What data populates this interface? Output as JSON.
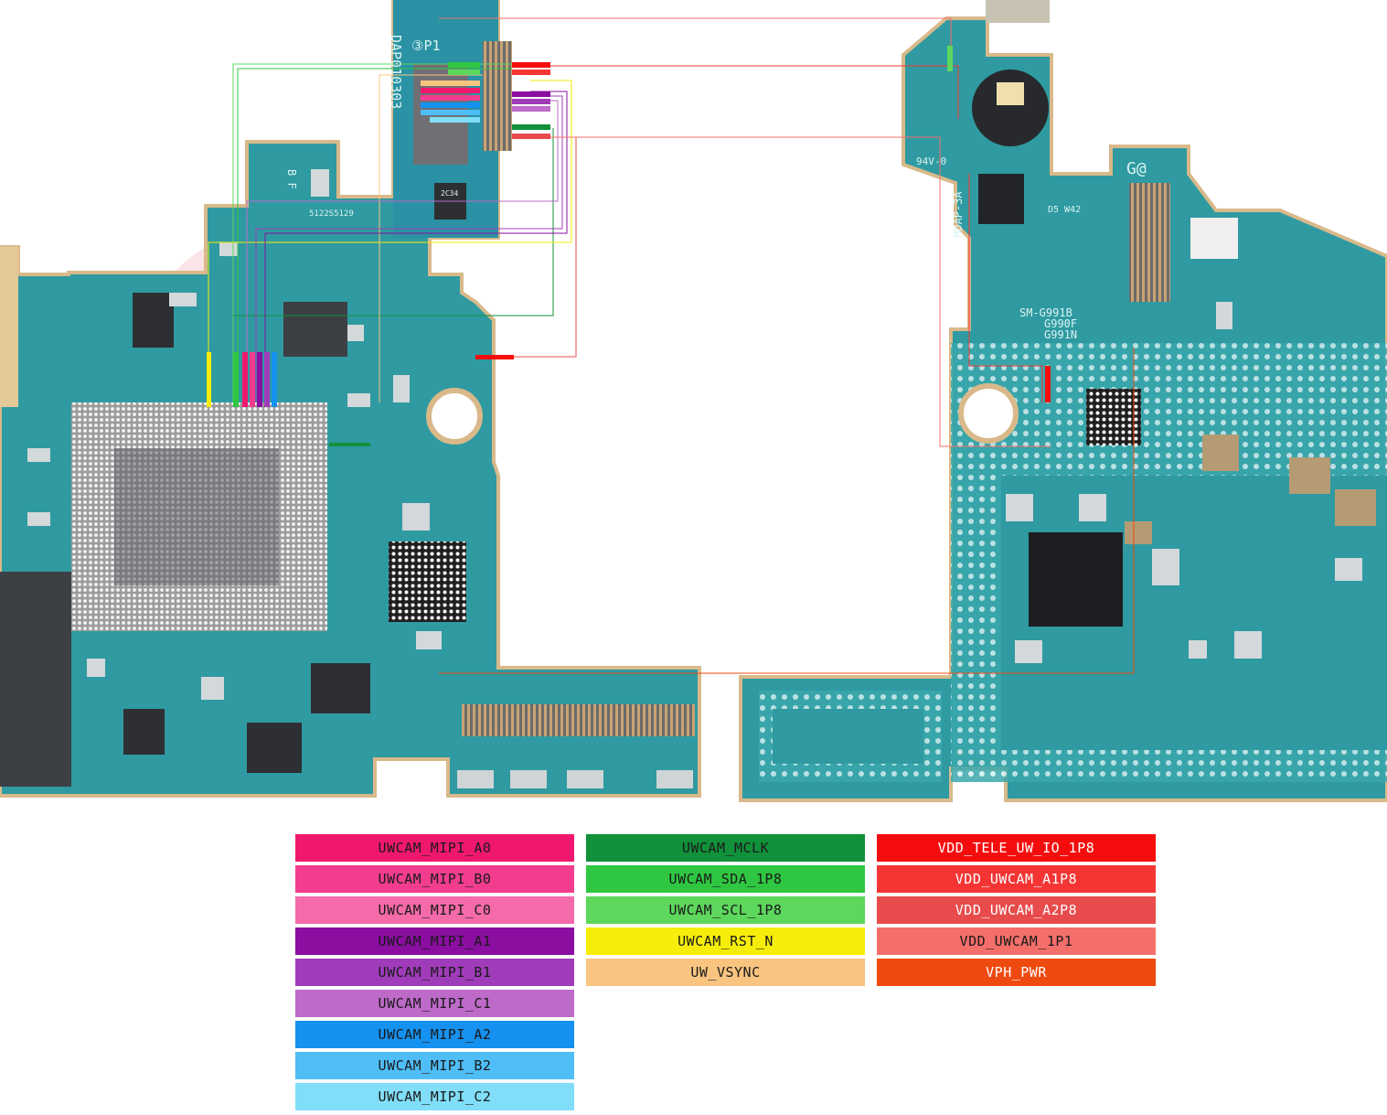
{
  "board_labels": {
    "connector_id": "DAP010303",
    "connector_mark": "③P1",
    "ic_text_1": "5122S5129",
    "ic_text_2": "2C34",
    "flex_mark": "B F",
    "board_grade": "94V-0",
    "board_id": "MDAP-3A",
    "model_1": "SM-G991B",
    "model_2": "G990F",
    "model_3": "G991N",
    "logo_mark": "G@",
    "corner_text": "D5 W42"
  },
  "legend": {
    "columns": [
      [
        {
          "label": "UWCAM_MIPI_A0",
          "color": "#f0186e",
          "text": "dark"
        },
        {
          "label": "UWCAM_MIPI_B0",
          "color": "#f23d8f",
          "text": "dark"
        },
        {
          "label": "UWCAM_MIPI_C0",
          "color": "#f56aa9",
          "text": "dark"
        },
        {
          "label": "UWCAM_MIPI_A1",
          "color": "#8a0ea0",
          "text": "dark"
        },
        {
          "label": "UWCAM_MIPI_B1",
          "color": "#a03cba",
          "text": "dark"
        },
        {
          "label": "UWCAM_MIPI_C1",
          "color": "#bd6ac9",
          "text": "dark"
        },
        {
          "label": "UWCAM_MIPI_A2",
          "color": "#1591ef",
          "text": "dark"
        },
        {
          "label": "UWCAM_MIPI_B2",
          "color": "#4fbdf6",
          "text": "dark"
        },
        {
          "label": "UWCAM_MIPI_C2",
          "color": "#80def8",
          "text": "dark"
        }
      ],
      [
        {
          "label": "UWCAM_MCLK",
          "color": "#10913a",
          "text": "dark"
        },
        {
          "label": "UWCAM_SDA_1P8",
          "color": "#2fc742",
          "text": "dark"
        },
        {
          "label": "UWCAM_SCL_1P8",
          "color": "#5dd75c",
          "text": "dark"
        },
        {
          "label": "UWCAM_RST_N",
          "color": "#f6ee0a",
          "text": "dark"
        },
        {
          "label": "UW_VSYNC",
          "color": "#f8c480",
          "text": "dark"
        }
      ],
      [
        {
          "label": "VDD_TELE_UW_IO_1P8",
          "color": "#f50d0d",
          "text": "light"
        },
        {
          "label": "VDD_UWCAM_A1P8",
          "color": "#f43534",
          "text": "light"
        },
        {
          "label": "VDD_UWCAM_A2P8",
          "color": "#e84b4b",
          "text": "light"
        },
        {
          "label": "VDD_UWCAM_1P1",
          "color": "#f56f6a",
          "text": "dark"
        },
        {
          "label": "VPH_PWR",
          "color": "#ee4a10",
          "text": "light"
        }
      ]
    ]
  }
}
